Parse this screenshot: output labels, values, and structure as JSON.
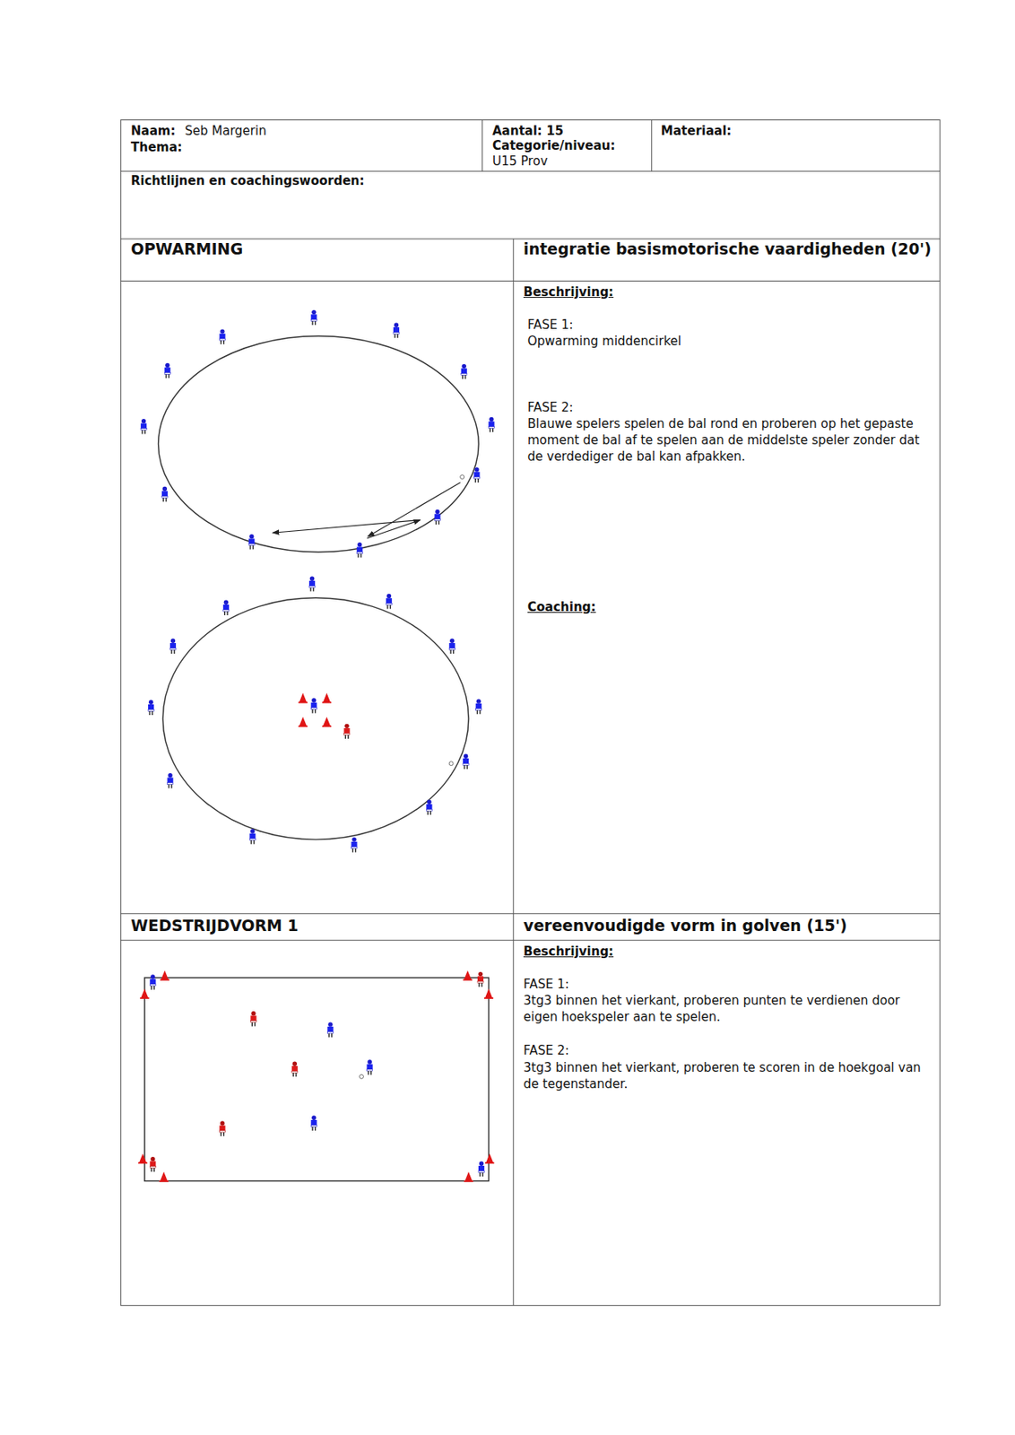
{
  "diagram": {
    "nodes": [
      {
        "text": [
          "Naam:",
          "Seb Margerin",
          "Thema:"
        ]
      },
      {
        "text": [
          "Aantal: 15",
          "Categorie/niveau:",
          "U15 Prov"
        ]
      },
      {
        "text": [
          "Materiaal:"
        ]
      },
      {
        "text": [
          "Richtlijnen en coachingswoorden:"
        ]
      },
      {
        "text": [
          "OPWARMING"
        ]
      },
      {
        "text": [
          "integratie basismotorische vaardigheden (20')"
        ]
      },
      {
        "text": [
          "Beschrijving:",
          "FASE 1:",
          "Opwarming middencirkel",
          "FASE 2:",
          "Blauwe spelers spelen de bal rond en proberen op het gepaste moment de bal af te spelen aan de middelste speler zonder dat de verdediger de bal kan afpakken.",
          "Coaching:"
        ]
      },
      {
        "text": [
          "WEDSTRIJDVORM 1"
        ]
      },
      {
        "text": [
          "vereenvoudigde vorm in golven (15')"
        ]
      },
      {
        "text": [
          "Beschrijving:",
          "FASE 1:",
          "3tg3 binnen het vierkant, proberen punten te verdienen door eigen hoekspeler aan te spelen.",
          "FASE 2:",
          "3tg3 binnen het vierkant, proberen te scoren in de hoekgoal van de tegenstander."
        ]
      }
    ]
  }
}
